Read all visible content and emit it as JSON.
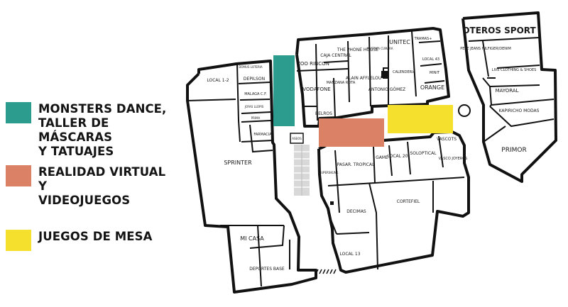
{
  "legend": [
    {
      "label_lines": [
        "MONSTERS DANCE,",
        "TALLER DE MÁSCARAS",
        "Y TATUAJES"
      ],
      "color": "#2c9c8e"
    },
    {
      "label_lines": [
        "REALIDAD VIRTUAL Y",
        "VIDEOJUEGOS"
      ],
      "color": "#db8166"
    },
    {
      "label_lines": [
        "JUEGOS DE MESA"
      ],
      "color": "#f5e02e"
    }
  ],
  "stores": [
    "OTEROS SPORT",
    "PEPE JEANS HILFIGER/DENIM",
    "LIVE CLOTHING & SHOES",
    "MAYORAL",
    "KAPIRICHO MODAS",
    "PRIMOR",
    "TRAMAS+",
    "UNITEC",
    "LOCAL 43",
    "CALENDERIA",
    "MINIT",
    "ORANGE",
    "ZOO RINCON",
    "CAJA CENTRAL",
    "THE PHONE HOUSE",
    "MUSTAFA CUMARA",
    "ALAIN AFFLELOU",
    "ANTONIO GÓMEZ",
    "VODAFONE",
    "MANZANA ROTA",
    "BELROS",
    "LOCAL 1-2",
    "DEPILSON",
    "DOMUS LOTERIA",
    "MALAGA C.F.",
    "JOYAS LLOPIS",
    "PRIMA",
    "FARMACIA",
    "ASEOS",
    "SPRINTER",
    "SUPERSKUNK",
    "PASAR. TROPICAL",
    "GAME",
    "LOCAL 20",
    "SOLOPTICAL",
    "VASCOTS",
    "VASCO JOYEROS",
    "DECIMAS",
    "CORTEFIEL",
    "MI CASA",
    "DEPORTES BASE",
    "LOCAL 13"
  ],
  "colors": {
    "teal": "#2c9c8e",
    "salmon": "#db8166",
    "yellow": "#f5e02e",
    "wall": "#111111"
  }
}
